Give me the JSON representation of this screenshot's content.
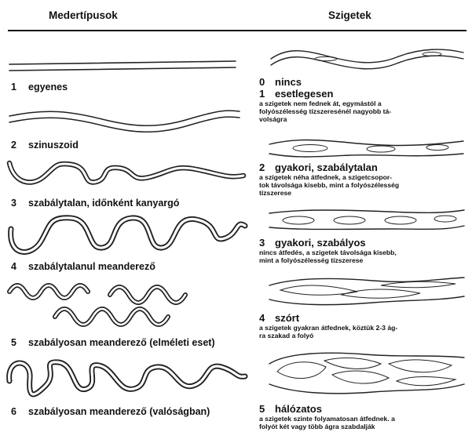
{
  "headers": {
    "left": "Medertípusok",
    "right": "Szigetek"
  },
  "meander_types": [
    {
      "num": "1",
      "label": "egyenes"
    },
    {
      "num": "2",
      "label": "szinuszoid"
    },
    {
      "num": "3",
      "label": "szabálytalan, időnként kanyargó"
    },
    {
      "num": "4",
      "label": "szabálytalanul meanderező"
    },
    {
      "num": "5",
      "label": "szabályosan meanderező (elméleti eset)"
    },
    {
      "num": "6",
      "label": "szabályosan meanderező (valóságban)"
    }
  ],
  "island_types": [
    {
      "num": "0",
      "label": "nincs",
      "desc": []
    },
    {
      "num": "1",
      "label": "esetlegesen",
      "desc": [
        "a szigetek nem fednek át, egymástól a",
        "folyószélesség tízszeresénél nagyobb tá-",
        "volságra"
      ]
    },
    {
      "num": "2",
      "label": "gyakori, szabálytalan",
      "desc": [
        "a szigetek néha átfednek, a szigetcsopor-",
        "tok távolsága kisebb, mint a folyószélesség",
        "tízszerese"
      ]
    },
    {
      "num": "3",
      "label": "gyakori, szabályos",
      "desc": [
        "nincs átfedés, a szigetek távolsága kisebb,",
        "mint a folyószélesség tízszerese"
      ]
    },
    {
      "num": "4",
      "label": "szórt",
      "desc": [
        "a szigetek gyakran átfednek, köztük 2-3 ág-",
        "ra szakad a folyó"
      ]
    },
    {
      "num": "5",
      "label": "hálózatos",
      "desc": [
        "a szigetek szinte folyamatosan átfednek. a",
        "folyót két vagy több ágra szabdalják"
      ]
    }
  ]
}
